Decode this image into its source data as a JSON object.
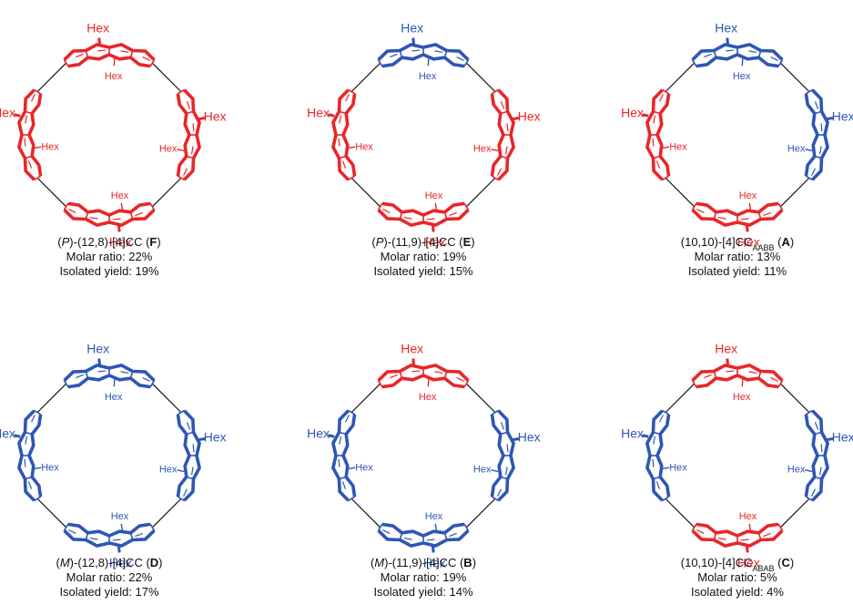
{
  "colors": {
    "A": "#e8262a",
    "B": "#2e56b5",
    "link": "#111111",
    "text": "#111111"
  },
  "hex_label": "Hex",
  "molecules": [
    {
      "id": "F",
      "pattern": [
        "A",
        "A",
        "A",
        "A"
      ],
      "caption": {
        "prefix": "(",
        "chirality": "P",
        "rest": ")-(12,8)-[4]CC (",
        "subscript": "",
        "code": "F",
        "suffix": ")"
      },
      "molar_ratio": "Molar ratio: 22%",
      "isolated_yield": "Isolated yield: 19%"
    },
    {
      "id": "E",
      "pattern": [
        "B",
        "A",
        "A",
        "A"
      ],
      "caption": {
        "prefix": "(",
        "chirality": "P",
        "rest": ")-(11,9)-[4]CC (",
        "subscript": "",
        "code": "E",
        "suffix": ")"
      },
      "molar_ratio": "Molar ratio: 19%",
      "isolated_yield": "Isolated yield: 15%"
    },
    {
      "id": "A",
      "pattern": [
        "B",
        "B",
        "A",
        "A"
      ],
      "caption": {
        "prefix": "",
        "chirality": "",
        "rest": "(10,10)-[4]CC",
        "subscript": "AABB",
        "code": "A",
        "suffix": ")"
      },
      "molar_ratio": "Molar ratio: 13%",
      "isolated_yield": "Isolated yield: 11%"
    },
    {
      "id": "D",
      "pattern": [
        "B",
        "B",
        "B",
        "B"
      ],
      "caption": {
        "prefix": "(",
        "chirality": "M",
        "rest": ")-(12,8)-[4]CC (",
        "subscript": "",
        "code": "D",
        "suffix": ")"
      },
      "molar_ratio": "Molar ratio: 22%",
      "isolated_yield": "Isolated yield: 17%"
    },
    {
      "id": "B",
      "pattern": [
        "A",
        "B",
        "B",
        "B"
      ],
      "caption": {
        "prefix": "(",
        "chirality": "M",
        "rest": ")-(11,9)-[4]CC (",
        "subscript": "",
        "code": "B",
        "suffix": ")"
      },
      "molar_ratio": "Molar ratio: 19%",
      "isolated_yield": "Isolated yield: 14%"
    },
    {
      "id": "C",
      "pattern": [
        "A",
        "B",
        "A",
        "B"
      ],
      "caption": {
        "prefix": "",
        "chirality": "",
        "rest": "(10,10)-[4]CC",
        "subscript": "ABAB",
        "code": "C",
        "suffix": ")"
      },
      "molar_ratio": "Molar ratio: 5%",
      "isolated_yield": "Isolated yield: 4%"
    }
  ]
}
